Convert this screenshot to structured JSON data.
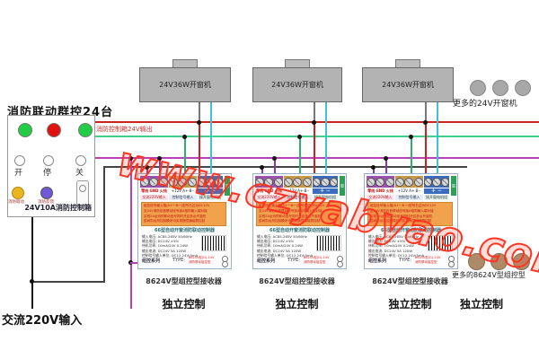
{
  "title": "消防联动群控24台",
  "watermark": "www.czyabyao.com",
  "bus_label": "消防控制箱24V输出",
  "ac_input_label": "交流220V输入",
  "control_box": {
    "button_labels": [
      "开",
      "停",
      "关"
    ],
    "small_labels": [
      "消防联动",
      "消防反馈"
    ],
    "name_label": "24V10A消防控制箱"
  },
  "openers": {
    "label": "24V36W开窗机",
    "more_label": "更多的24V开窗机"
  },
  "module": {
    "terminal_row1": [
      "零线 GND 火线",
      "+12V A+·B-·",
      "＋ －"
    ],
    "terminal_row2": [
      "交流220V输入",
      "控制信号输入",
      "接开窗电机组"
    ],
    "window_tab": "窗",
    "notice_lines": [
      "组控信号输入端(A+一B一)型号右边为DC12V",
      "至24V消防自首联动信号接A相同输入端对接",
      "实现24台消防联动信号同时开启多台开窗机",
      "层间防台风控制模块可实现随意编组群控制"
    ],
    "product_title": "66型自动开窗消防联动控制器",
    "spec_lines": [
      "输入电压: AC85-265V 50/60Hz",
      "输出电压: DC24V ±5%",
      "待机功率: 10mA/24V 0.24W",
      "输出电流: DC24V 5A 120W",
      "控制信号输入单位: DC12-24V(5mA)"
    ],
    "series_label": "组控系列",
    "type_label": "TYPE:",
    "type_value_1": "8624V型(G)-24V",
    "type_value_2": "消防联动组控型",
    "bottom_label": "8624V型组控型接收器",
    "independent_label": "独立控制"
  },
  "more_modules": {
    "label": "更多的8624V型组控型",
    "independent_label": "独立控制"
  },
  "colors": {
    "wire_red": "#cc2222",
    "wire_green": "#3fcf8a",
    "wire_magenta": "#b93fb9",
    "wire_cyan": "#3fc0de",
    "wire_dark": "#444444",
    "wire_purple": "#8a35a8",
    "watermark_red": "#ff3322",
    "module_notice_bg": "#f2a24d",
    "terminal_purple": "#a050b0",
    "terminal_tan": "#c89b4a",
    "terminal_blue": "#3a6cc0",
    "terminal_green": "#2f9e57"
  }
}
